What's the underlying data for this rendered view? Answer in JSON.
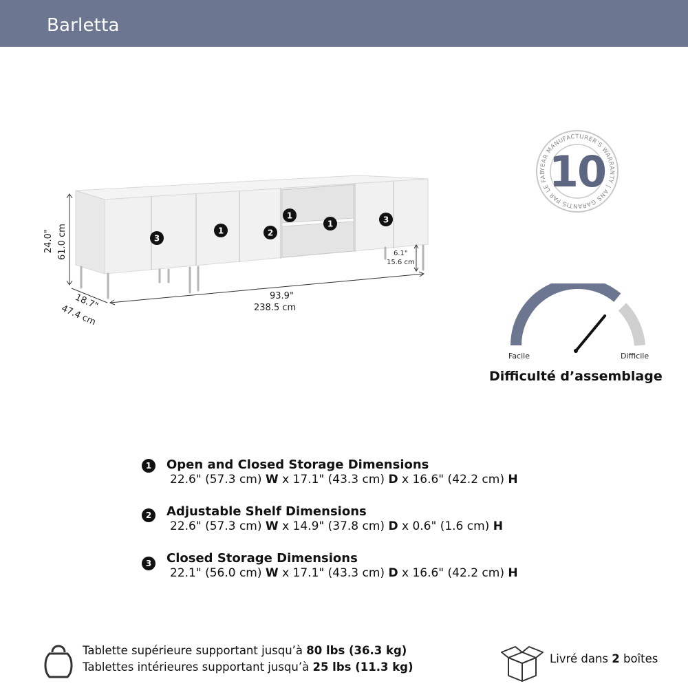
{
  "header": {
    "title": "Barletta"
  },
  "drawing": {
    "height_in": "24.0\"",
    "height_cm": "61.0 cm",
    "depth_in": "18.7\"",
    "depth_cm": "47.4 cm",
    "width_in": "93.9\"",
    "width_cm": "238.5 cm",
    "leg_in": "6.1\"",
    "leg_cm": "15.6 cm",
    "callouts": [
      "3",
      "1",
      "2",
      "1",
      "1",
      "3"
    ]
  },
  "warranty": {
    "years": "10",
    "ring_text": "YEAR MANUFACTURER'S WARRANTY | ANS GARANTIS PAR LE FABRICANT |"
  },
  "difficulty": {
    "level": 0.72,
    "easy_label": "Facile",
    "hard_label": "Difficile",
    "title": "Difficulté d’assemblage"
  },
  "specs": [
    {
      "badge": "1",
      "title": "Open and Closed Storage Dimensions",
      "w": "22.6\" (57.3 cm) ",
      "w_unit": "W",
      "d": " x 17.1\" (43.3 cm) ",
      "d_unit": "D",
      "h": " x 16.6\" (42.2 cm) ",
      "h_unit": "H"
    },
    {
      "badge": "2",
      "title": "Adjustable Shelf Dimensions",
      "w": "22.6\" (57.3 cm) ",
      "w_unit": "W",
      "d": " x 14.9\" (37.8 cm) ",
      "d_unit": "D",
      "h": " x 0.6\" (1.6 cm) ",
      "h_unit": "H"
    },
    {
      "badge": "3",
      "title": "Closed Storage Dimensions",
      "w": "22.1\" (56.0 cm) ",
      "w_unit": "W",
      "d": " x 17.1\" (43.3 cm) ",
      "d_unit": "D",
      "h": " x 16.6\" (42.2 cm) ",
      "h_unit": "H"
    }
  ],
  "footer": {
    "load1_prefix": "Tablette supérieure supportant jusqu’à ",
    "load1_value": "80 lbs (36.3 kg)",
    "load2_prefix": "Tablettes intérieures supportant jusqu’à ",
    "load2_value": "25 lbs (11.3 kg)",
    "boxes_prefix": "Livré dans ",
    "boxes_count": "2",
    "boxes_suffix": " boîtes"
  },
  "colors": {
    "accent": "#6c7690",
    "gauge_light": "#cfcfcf",
    "warranty": "#5e6781"
  }
}
